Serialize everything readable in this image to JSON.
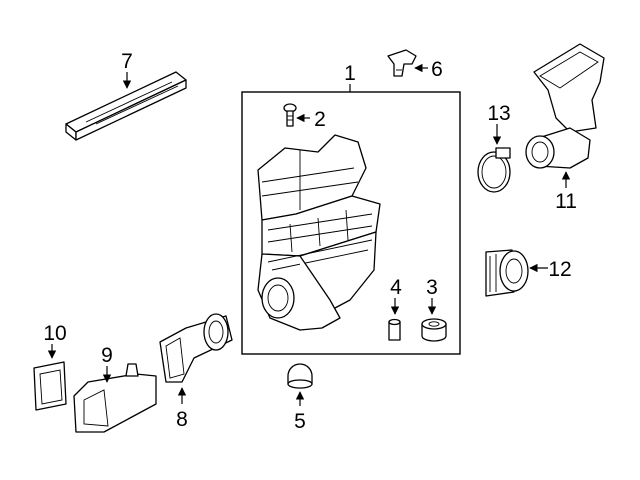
{
  "diagram": {
    "callouts": [
      {
        "id": "1",
        "label": "1"
      },
      {
        "id": "2",
        "label": "2"
      },
      {
        "id": "3",
        "label": "3"
      },
      {
        "id": "4",
        "label": "4"
      },
      {
        "id": "5",
        "label": "5"
      },
      {
        "id": "6",
        "label": "6"
      },
      {
        "id": "7",
        "label": "7"
      },
      {
        "id": "8",
        "label": "8"
      },
      {
        "id": "9",
        "label": "9"
      },
      {
        "id": "10",
        "label": "10"
      },
      {
        "id": "11",
        "label": "11"
      },
      {
        "id": "12",
        "label": "12"
      },
      {
        "id": "13",
        "label": "13"
      }
    ]
  },
  "colors": {
    "line": "#000000",
    "background": "#ffffff",
    "shade": "#e9e9e9"
  }
}
